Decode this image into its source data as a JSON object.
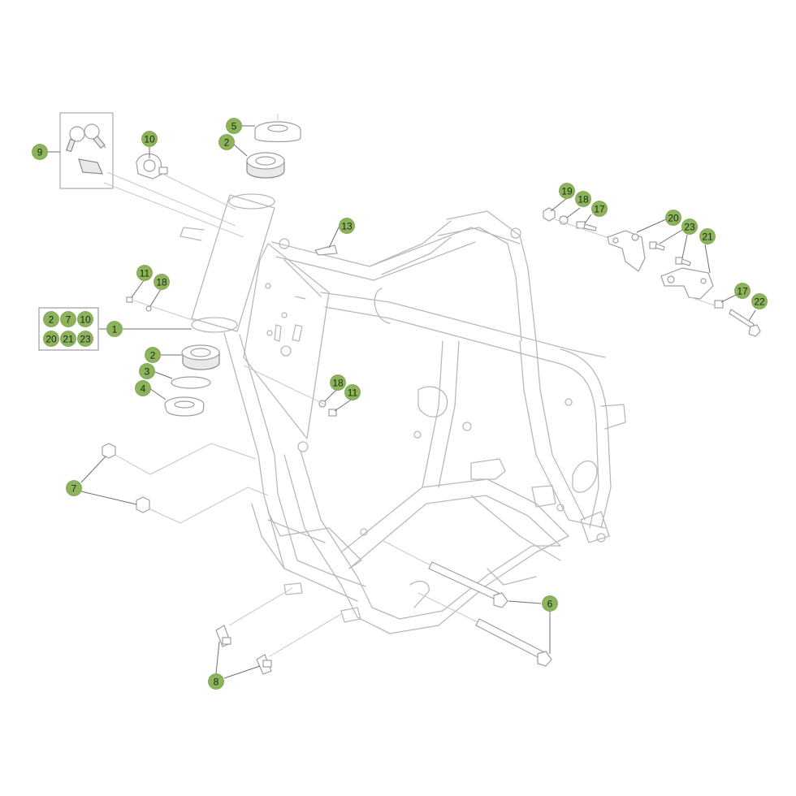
{
  "callouts": [
    {
      "id": "c9",
      "label": "9"
    },
    {
      "id": "c10a",
      "label": "10"
    },
    {
      "id": "c5",
      "label": "5"
    },
    {
      "id": "c2a",
      "label": "2"
    },
    {
      "id": "c13",
      "label": "13"
    },
    {
      "id": "c11a",
      "label": "11"
    },
    {
      "id": "c18a",
      "label": "18"
    },
    {
      "id": "c1",
      "label": "1"
    },
    {
      "id": "c2b",
      "label": "2"
    },
    {
      "id": "c3",
      "label": "3"
    },
    {
      "id": "c4",
      "label": "4"
    },
    {
      "id": "c18b",
      "label": "18"
    },
    {
      "id": "c11b",
      "label": "11"
    },
    {
      "id": "c7",
      "label": "7"
    },
    {
      "id": "c6",
      "label": "6"
    },
    {
      "id": "c8",
      "label": "8"
    },
    {
      "id": "c19",
      "label": "19"
    },
    {
      "id": "c18c",
      "label": "18"
    },
    {
      "id": "c17a",
      "label": "17"
    },
    {
      "id": "c20",
      "label": "20"
    },
    {
      "id": "c23",
      "label": "23"
    },
    {
      "id": "c21",
      "label": "21"
    },
    {
      "id": "c17b",
      "label": "17"
    },
    {
      "id": "c22",
      "label": "22"
    }
  ],
  "kit_group": {
    "labels": [
      "2",
      "7",
      "10",
      "20",
      "21",
      "23"
    ]
  },
  "colors": {
    "callout_fill": "#8db35c",
    "line": "#b9b9b9"
  }
}
